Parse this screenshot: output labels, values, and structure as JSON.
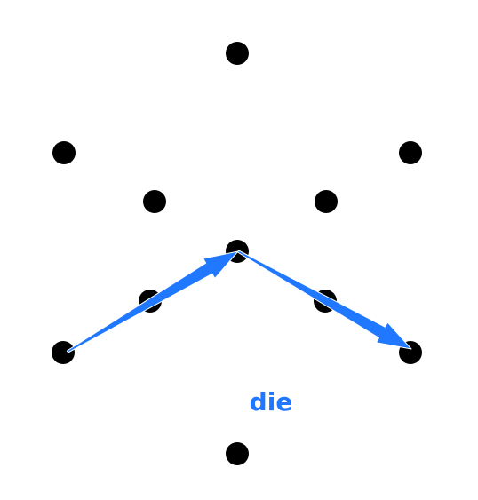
{
  "diagram": {
    "label": "die",
    "accent_color": "#1f78ff",
    "dot_color": "#000000",
    "dot_count": 11,
    "arrow_count": 2
  }
}
